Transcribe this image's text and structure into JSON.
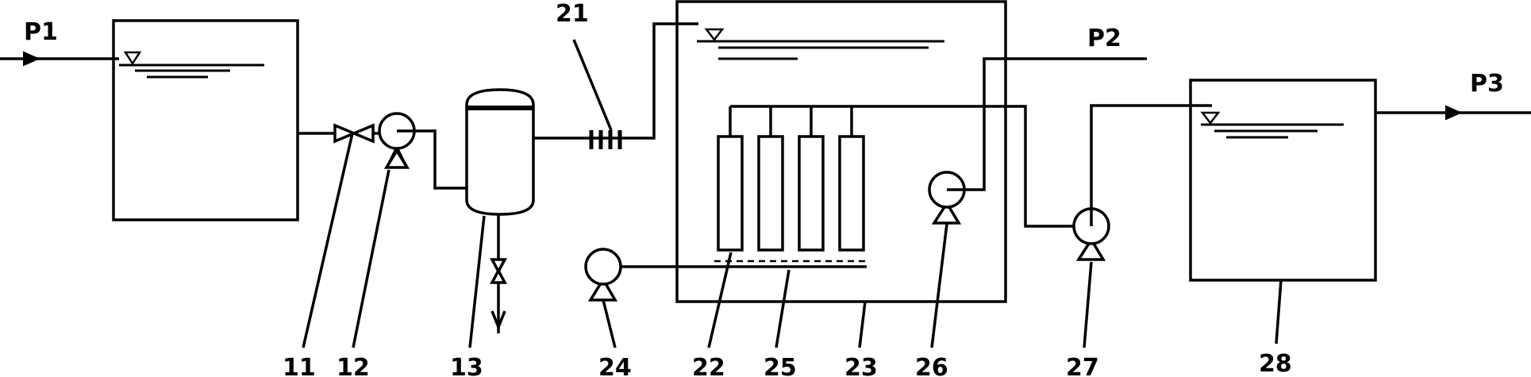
{
  "labels": {
    "p1": "P1",
    "p2": "P2",
    "p3": "P3",
    "n11": "11",
    "n12": "12",
    "n13": "13",
    "n21": "21",
    "n22": "22",
    "n23": "23",
    "n24": "24",
    "n25": "25",
    "n26": "26",
    "n27": "27",
    "n28": "28"
  }
}
